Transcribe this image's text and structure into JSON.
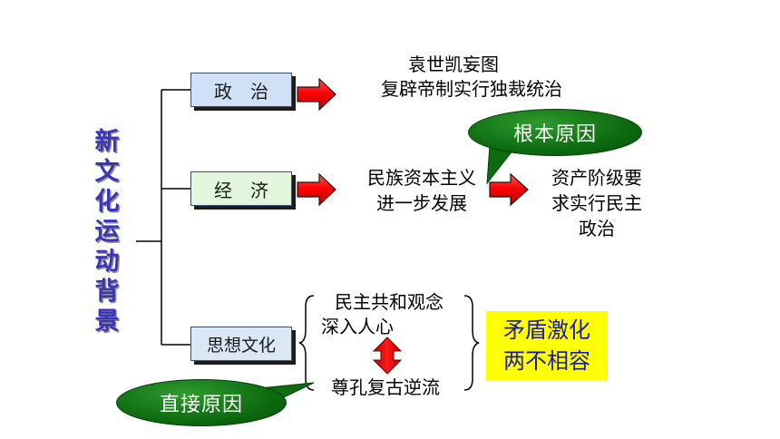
{
  "title_vertical": [
    "新",
    "文",
    "化",
    "运",
    "动",
    "背",
    "景"
  ],
  "categories": {
    "politics": "政　治",
    "economy": "经　济",
    "thought": "思想文化"
  },
  "politics_text": {
    "line1": "袁世凯妄图",
    "line2": "复辟帝制实行独裁统治"
  },
  "economy_text": {
    "line1": "民族资本主义",
    "line2": "进一步发展"
  },
  "economy_result": {
    "line1": "资产阶级要",
    "line2": "求实行民主",
    "line3": "政治"
  },
  "thought_text": {
    "top_line1": "民主共和观念",
    "top_line2": "深入人心",
    "bottom": "尊孔复古逆流"
  },
  "contradiction": {
    "line1": "矛盾激化",
    "line2": "两不相容"
  },
  "callouts": {
    "fundamental": "根本原因",
    "direct": "直接原因"
  },
  "colors": {
    "title": "#3a35b8",
    "box_politics": "#cfe0f7",
    "box_economy": "#e2f7dd",
    "box_thought": "#dae7f5",
    "arrow_red": "#ff0000",
    "callout_green": "#0d6b10",
    "highlight_yellow": "#ffff00",
    "highlight_text": "#1a1aa8"
  }
}
